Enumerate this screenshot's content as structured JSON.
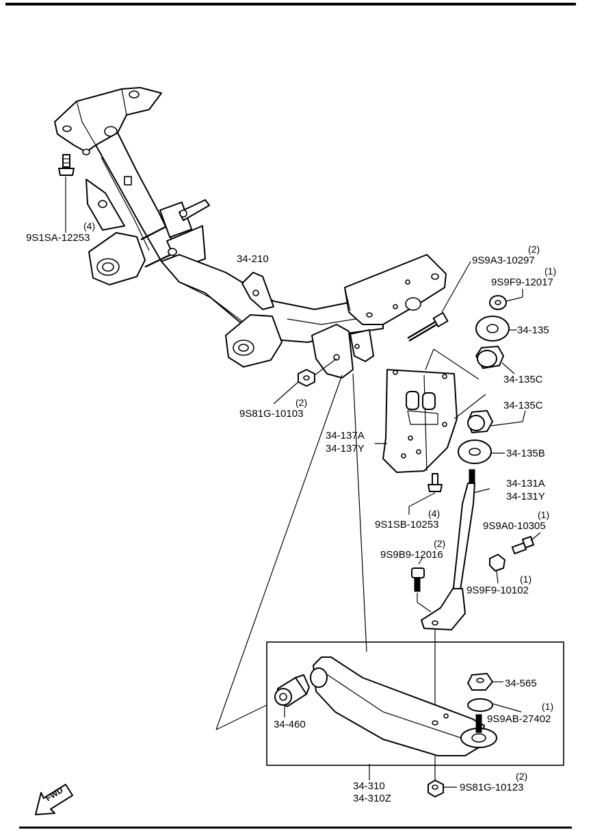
{
  "labels": {
    "p_9s1sa_12253": "9S1SA-12253",
    "q_9s1sa_12253": "(4)",
    "p_34_210": "34-210",
    "p_9s9a3_10297": "9S9A3-10297",
    "q_9s9a3_10297": "(2)",
    "p_9s9f9_12017": "9S9F9-12017",
    "q_9s9f9_12017": "(1)",
    "p_34_135": "34-135",
    "p_34_135c_upper": "34-135C",
    "p_34_135c_lower": "34-135C",
    "p_34_135b": "34-135B",
    "p_9s81g_10103": "9S81G-10103",
    "q_9s81g_10103": "(2)",
    "p_34_137a": "34-137A",
    "p_34_137y": "34-137Y",
    "p_34_131a": "34-131A",
    "p_34_131y": "34-131Y",
    "p_9s1sb_10253": "9S1SB-10253",
    "q_9s1sb_10253": "(4)",
    "p_9s9a0_10305": "9S9A0-10305",
    "q_9s9a0_10305": "(1)",
    "p_9s9b9_12016": "9S9B9-12016",
    "q_9s9b9_12016": "(2)",
    "p_9s9f9_10102": "9S9F9-10102",
    "q_9s9f9_10102": "(1)",
    "p_34_565": "34-565",
    "p_9s9ab_27402": "9S9AB-27402",
    "q_9s9ab_27402": "(1)",
    "p_34_460": "34-460",
    "p_34_310": "34-310",
    "p_34_310z": "34-310Z",
    "p_9s81g_10123": "9S81G-10123",
    "q_9s81g_10123": "(2)",
    "fwd": "FWD"
  },
  "colors": {
    "ink": "#000000",
    "paper": "#ffffff"
  }
}
